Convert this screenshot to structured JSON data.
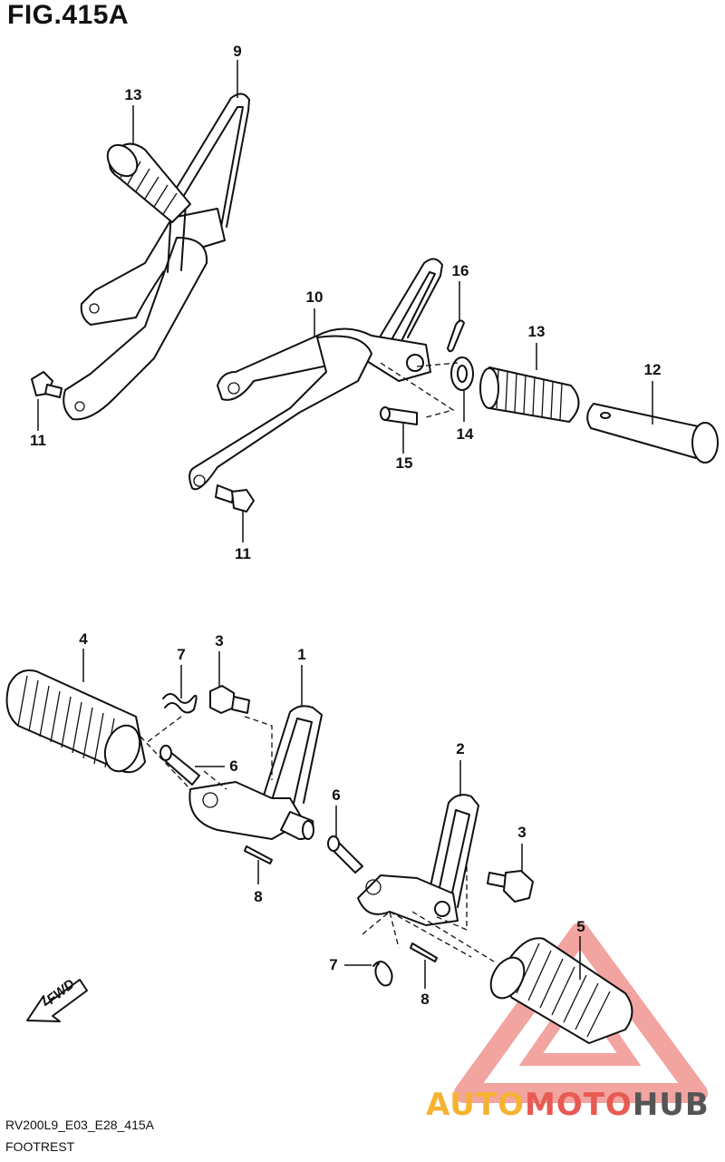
{
  "figure": {
    "title": "FIG.415A",
    "code": "RV200L9_E03_E28_415A",
    "caption": "FOOTREST"
  },
  "callouts": [
    {
      "id": "c9",
      "label": "9"
    },
    {
      "id": "c13a",
      "label": "13"
    },
    {
      "id": "c11a",
      "label": "11"
    },
    {
      "id": "c16",
      "label": "16"
    },
    {
      "id": "c10",
      "label": "10"
    },
    {
      "id": "c13b",
      "label": "13"
    },
    {
      "id": "c12",
      "label": "12"
    },
    {
      "id": "c14",
      "label": "14"
    },
    {
      "id": "c15",
      "label": "15"
    },
    {
      "id": "c11b",
      "label": "11"
    },
    {
      "id": "c4",
      "label": "4"
    },
    {
      "id": "c7a",
      "label": "7"
    },
    {
      "id": "c3a",
      "label": "3"
    },
    {
      "id": "c1",
      "label": "1"
    },
    {
      "id": "c6a",
      "label": "6"
    },
    {
      "id": "c8a",
      "label": "8"
    },
    {
      "id": "c2",
      "label": "2"
    },
    {
      "id": "c6b",
      "label": "6"
    },
    {
      "id": "c3b",
      "label": "3"
    },
    {
      "id": "c5",
      "label": "5"
    },
    {
      "id": "c7b",
      "label": "7"
    },
    {
      "id": "c8b",
      "label": "8"
    }
  ],
  "direction_arrow": {
    "label": "FWD"
  },
  "watermark": {
    "part1": "AUTO",
    "part2": "MOTO",
    "part3": "HUB",
    "colors": {
      "auto": "#f6b233",
      "moto": "#e85a54",
      "hub": "#555555",
      "triangle": "#e85a54"
    }
  }
}
